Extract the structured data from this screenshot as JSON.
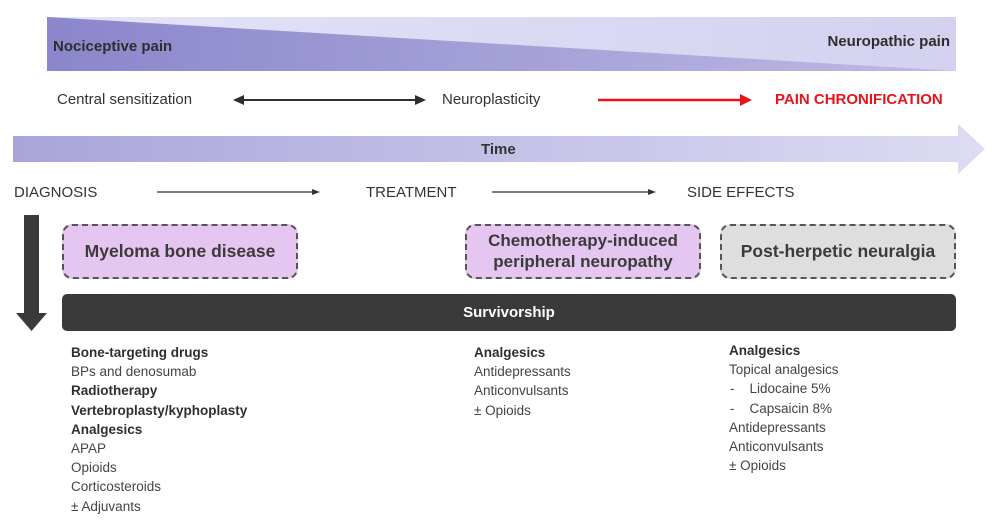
{
  "spectrum": {
    "left_label": "Nociceptive pain",
    "right_label": "Neuropathic pain",
    "colors": {
      "left": "#8e89cc",
      "right": "#cfcdee"
    }
  },
  "process": {
    "central_sensitization": "Central sensitization",
    "neuroplasticity": "Neuroplasticity",
    "pain_chronification": "PAIN CHRONIFICATION",
    "accent_color": "#e8141b"
  },
  "time_arrow": {
    "label": "Time"
  },
  "stages": {
    "diagnosis": "DIAGNOSIS",
    "treatment": "TREATMENT",
    "side_effects": "SIDE EFFECTS"
  },
  "conditions": {
    "myeloma": "Myeloma bone disease",
    "cipn_line1": "Chemotherapy-induced",
    "cipn_line2": "peripheral neuropathy",
    "phn": "Post-herpetic neuralgia"
  },
  "survivorship": {
    "label": "Survivorship"
  },
  "columns": [
    {
      "items": [
        {
          "text": "Bone-targeting drugs",
          "bold": true
        },
        {
          "text": "BPs and denosumab",
          "bold": false
        },
        {
          "text": "Radiotherapy",
          "bold": true
        },
        {
          "text": "Vertebroplasty/kyphoplasty",
          "bold": true
        },
        {
          "text": "Analgesics",
          "bold": true
        },
        {
          "text": "APAP",
          "bold": false
        },
        {
          "text": "Opioids",
          "bold": false
        },
        {
          "text": "Corticosteroids",
          "bold": false
        },
        {
          "text": "± Adjuvants",
          "bold": false
        }
      ]
    },
    {
      "items": [
        {
          "text": "Analgesics",
          "bold": true
        },
        {
          "text": "Antidepressants",
          "bold": false
        },
        {
          "text": "Anticonvulsants",
          "bold": false
        },
        {
          "text": "± Opioids",
          "bold": false
        }
      ]
    },
    {
      "items": [
        {
          "text": "Analgesics",
          "bold": true
        },
        {
          "text": "Topical analgesics",
          "bold": false
        },
        {
          "text": "-    Lidocaine 5%",
          "bold": false
        },
        {
          "text": "-    Capsaicin 8%",
          "bold": false
        },
        {
          "text": "Antidepressants",
          "bold": false
        },
        {
          "text": "Anticonvulsants",
          "bold": false
        },
        {
          "text": "± Opioids",
          "bold": false
        }
      ]
    }
  ]
}
